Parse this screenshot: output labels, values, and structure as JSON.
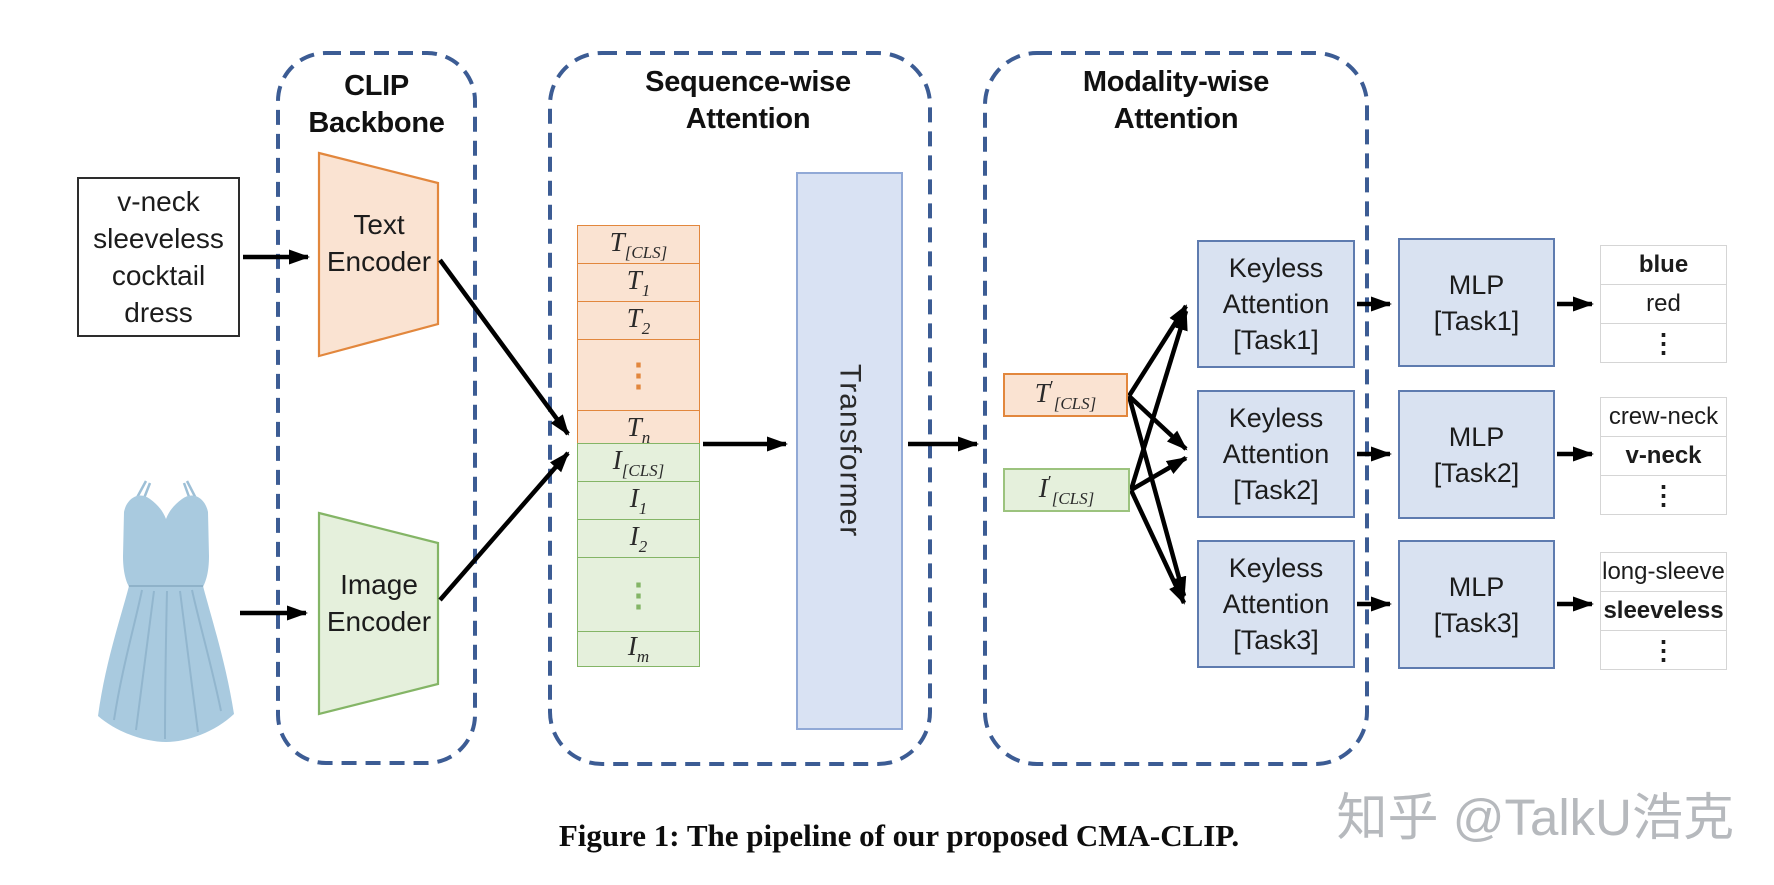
{
  "figure": {
    "caption": "Figure 1: The pipeline of our proposed CMA-CLIP.",
    "watermark": "知乎 @TalkU浩克"
  },
  "input": {
    "lines": [
      "v-neck",
      "sleeveless",
      "cocktail",
      "dress"
    ]
  },
  "clip_backbone": {
    "title": [
      "CLIP",
      "Backbone"
    ],
    "text_encoder": [
      "Text",
      "Encoder"
    ],
    "image_encoder": [
      "Image",
      "Encoder"
    ]
  },
  "sequence_attention": {
    "title": [
      "Sequence-wise",
      "Attention"
    ],
    "transformer": "Transformer",
    "stack": {
      "t_rows": [
        {
          "base": "T",
          "sub": "[CLS]"
        },
        {
          "base": "T",
          "sub": "1"
        },
        {
          "base": "T",
          "sub": "2"
        },
        {
          "dots": "⋮"
        },
        {
          "base": "T",
          "sub": "n"
        }
      ],
      "i_rows": [
        {
          "base": "I",
          "sub": "[CLS]"
        },
        {
          "base": "I",
          "sub": "1"
        },
        {
          "base": "I",
          "sub": "2"
        },
        {
          "dots": "⋮"
        },
        {
          "base": "I",
          "sub": "m"
        }
      ]
    }
  },
  "modality_attention": {
    "title": [
      "Modality-wise",
      "Attention"
    ],
    "t_cls": {
      "base": "T",
      "prime": "′",
      "sub": "[CLS]"
    },
    "i_cls": {
      "base": "I",
      "prime": "′",
      "sub": "[CLS]"
    },
    "keyless_heads": [
      [
        "Keyless",
        "Attention",
        "[Task1]"
      ],
      [
        "Keyless",
        "Attention",
        "[Task2]"
      ],
      [
        "Keyless",
        "Attention",
        "[Task3]"
      ]
    ]
  },
  "mlp_heads": [
    [
      "MLP",
      "[Task1]"
    ],
    [
      "MLP",
      "[Task2]"
    ],
    [
      "MLP",
      "[Task3]"
    ]
  ],
  "output_tables": [
    {
      "rows": [
        "blue",
        "red",
        "⋮"
      ],
      "highlighted": "blue"
    },
    {
      "rows": [
        "crew-neck",
        "v-neck",
        "⋮"
      ],
      "highlighted": "v-neck"
    },
    {
      "rows": [
        "long-sleeve",
        "sleeveless",
        "⋮"
      ],
      "highlighted": "sleeveless"
    }
  ],
  "colors": {
    "dashed_outline": "#3C5C94",
    "orange_fill": "#FAE3D2",
    "orange_border": "#E2873D",
    "green_fill": "#E5F0DC",
    "green_border": "#84B566",
    "blue_fill": "#D9E2F1",
    "blue_border": "#5E7BAF",
    "transformer_border": "#91A9D6",
    "arrow": "#000000",
    "dress_blue": "#A9CADF",
    "watermark_gray": "#B6B9BD"
  }
}
